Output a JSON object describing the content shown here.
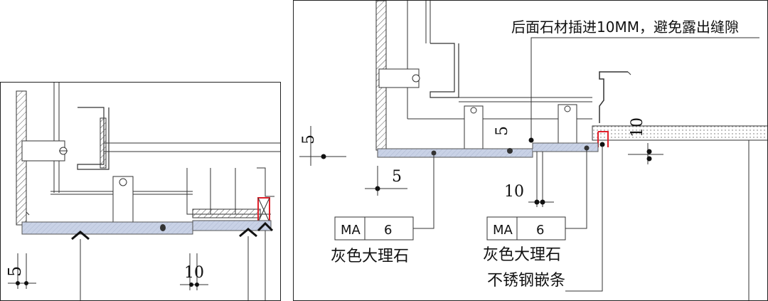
{
  "left_panel": {
    "dims": {
      "dim_5": "5",
      "dim_10": "10"
    }
  },
  "right_panel": {
    "note": "后面石材插进10MM，避免露出缝隙",
    "dims": {
      "dim_5_left": "5",
      "dim_5_left_b": "5",
      "dim_5_mid": "5",
      "dim_10_mid": "10",
      "dim_10_right": "10"
    },
    "tag1": {
      "code": "MA",
      "num": "6",
      "name": "灰色大理石"
    },
    "tag2": {
      "code": "MA",
      "num": "6",
      "name": "灰色大理石",
      "extra": "不锈钢嵌条"
    }
  },
  "colors": {
    "stone_fill": "#c9d2e6",
    "accent_red": "#e0202a",
    "line": "#333333"
  }
}
